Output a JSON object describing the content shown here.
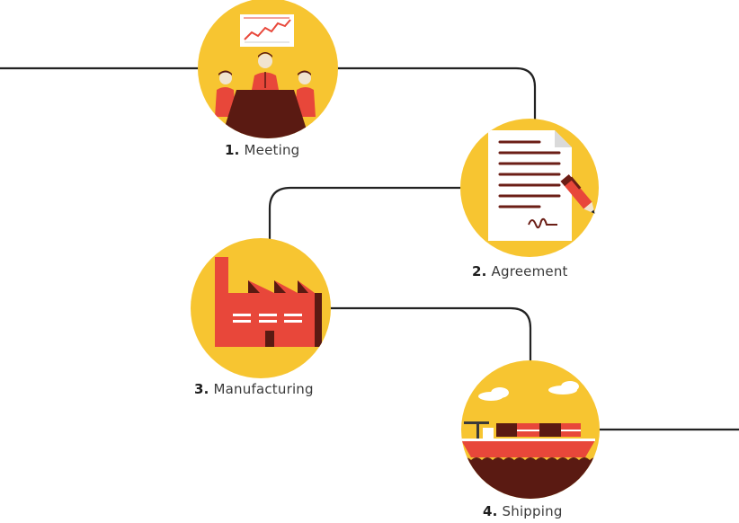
{
  "steps": [
    {
      "number": "1.",
      "name": "Meeting",
      "icon": "meeting-icon"
    },
    {
      "number": "2.",
      "name": "Agreement",
      "icon": "contract-signing-icon"
    },
    {
      "number": "3.",
      "name": "Manufacturing",
      "icon": "factory-icon"
    },
    {
      "number": "4.",
      "name": "Shipping",
      "icon": "cargo-ship-icon"
    }
  ],
  "colors": {
    "circle": "#F7C531",
    "accent_red": "#E8473A",
    "dark_maroon": "#5A1A12",
    "connector": "#222222",
    "paper": "#FFFFFF",
    "label_text": "#3A3A3A"
  }
}
